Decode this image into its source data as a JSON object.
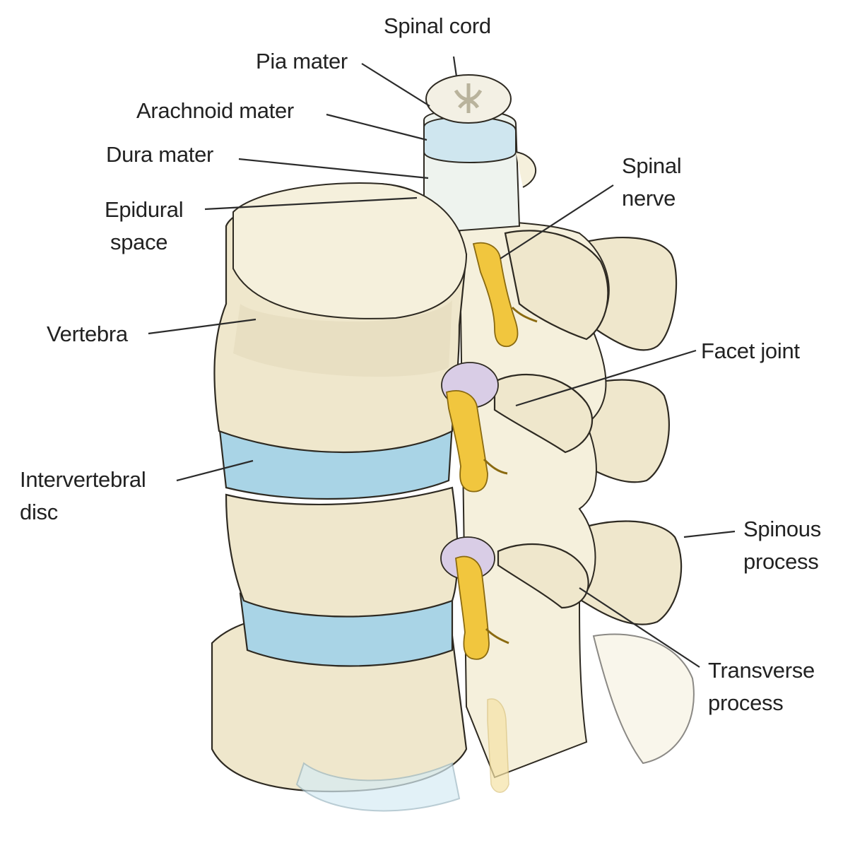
{
  "labels": {
    "spinal_cord": "Spinal cord",
    "pia_mater": "Pia mater",
    "arachnoid_mater": "Arachnoid mater",
    "dura_mater": "Dura mater",
    "epidural_space_line1": "Epidural",
    "epidural_space_line2": "space",
    "vertebra": "Vertebra",
    "intervertebral_disc_line1": "Intervertebral",
    "intervertebral_disc_line2": "disc",
    "spinal_nerve_line1": "Spinal",
    "spinal_nerve_line2": "nerve",
    "facet_joint": "Facet joint",
    "spinous_process_line1": "Spinous",
    "spinous_process_line2": "process",
    "transverse_process_line1": "Transverse",
    "transverse_process_line2": "process"
  },
  "colors": {
    "bone": "#efe7cc",
    "disc": "#a9d4e6",
    "nerve": "#f1c63e",
    "facet": "#d9cde6",
    "dura": "#cfe6ef"
  }
}
